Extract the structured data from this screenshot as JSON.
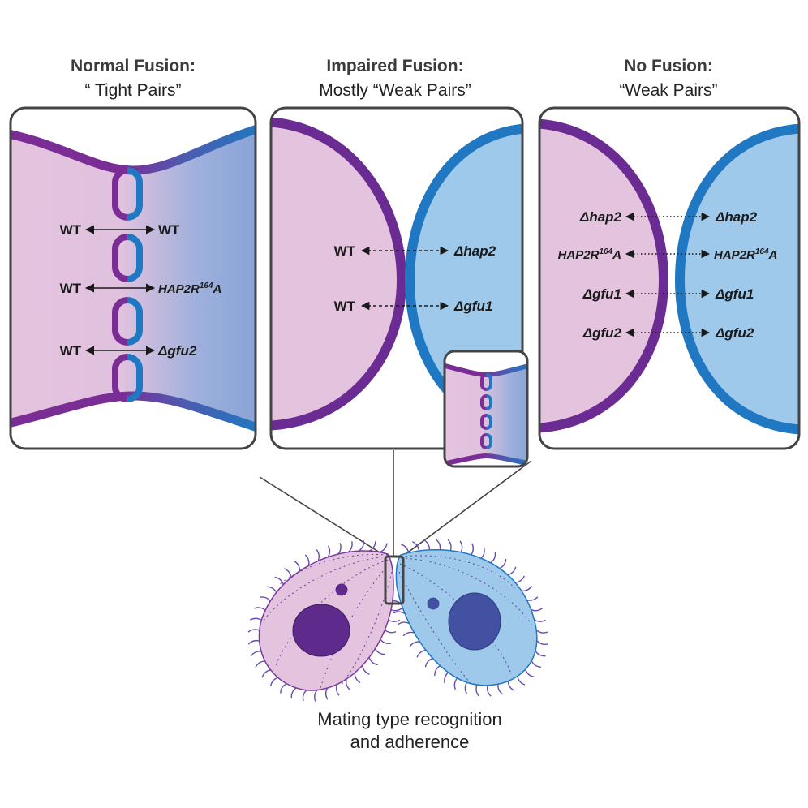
{
  "panels": [
    {
      "title": "Normal Fusion:",
      "subtitle": "“ Tight Pairs”",
      "rows": [
        {
          "left": "WT",
          "right": "WT"
        },
        {
          "left": "WT",
          "right_main": "HAP2R",
          "right_sup": "164",
          "right_end": "A"
        },
        {
          "left": "WT",
          "right": "Δgfu2"
        }
      ]
    },
    {
      "title": "Impaired Fusion:",
      "subtitle": "Mostly “Weak Pairs”",
      "rows": [
        {
          "left": "WT",
          "right": "Δhap2"
        },
        {
          "left": "WT",
          "right": "Δgfu1"
        }
      ]
    },
    {
      "title": "No Fusion:",
      "subtitle": "“Weak Pairs”",
      "rows": [
        {
          "left": "Δhap2",
          "right": "Δhap2"
        },
        {
          "left_main": "HAP2R",
          "left_sup": "164",
          "left_end": "A",
          "right_main": "HAP2R",
          "right_sup": "164",
          "right_end": "A"
        },
        {
          "left": "Δgfu1",
          "right": "Δgfu1"
        },
        {
          "left": "Δgfu2",
          "right": "Δgfu2"
        }
      ]
    }
  ],
  "caption": {
    "line1": "Mating type recognition",
    "line2": "and adherence"
  },
  "colors": {
    "purple": "#7b2d96",
    "blue": "#1f78c1",
    "pink_fill": "#e4c3de",
    "blue_fill": "#9ec9eb",
    "purple_nucleus": "#5e2a8c",
    "blue_nucleus": "#4351a3"
  }
}
